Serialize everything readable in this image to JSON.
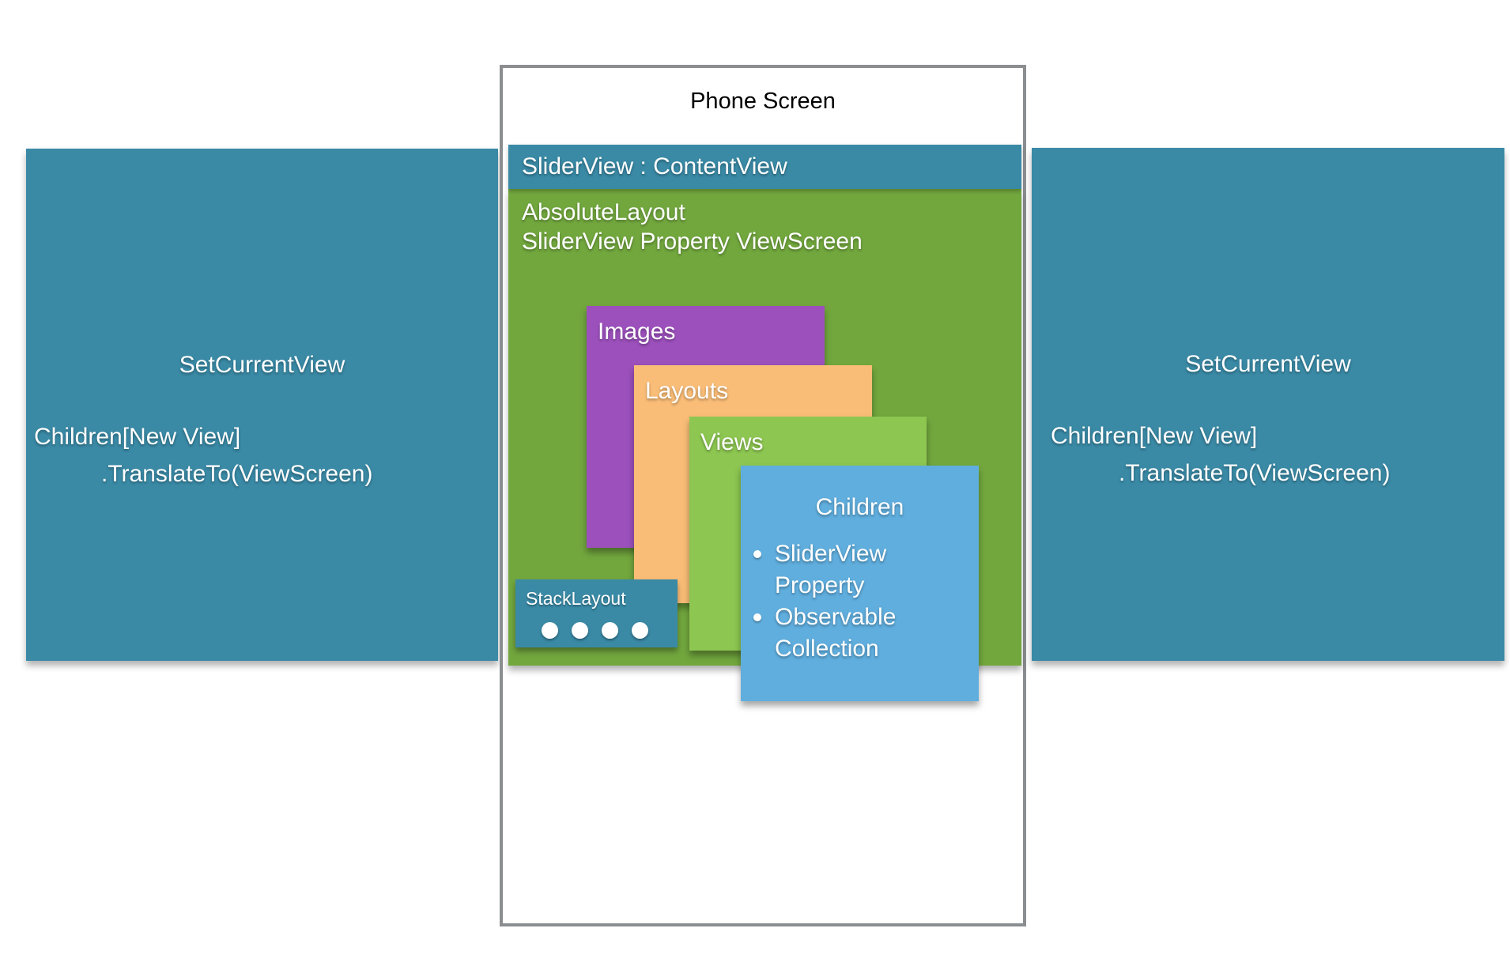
{
  "colors": {
    "teal": "#3A8AA6",
    "dark_green": "#72A73E",
    "light_green": "#8DC651",
    "purple": "#9C50BC",
    "orange": "#F9BD77",
    "blue": "#60AEDE",
    "phone_border": "#8B8E91"
  },
  "phone": {
    "title": "Phone Screen"
  },
  "slider_view_header": {
    "label": "SliderView : ContentView"
  },
  "absolute_layout": {
    "line1": "AbsoluteLayout",
    "line2": "SliderView Property ViewScreen"
  },
  "stack_boxes": {
    "images": "Images",
    "layouts": "Layouts",
    "views": "Views"
  },
  "children_box": {
    "title": "Children",
    "bullets": [
      "SliderView Property",
      "Observable Collection"
    ]
  },
  "stack_layout": {
    "label": "StackLayout",
    "dot_count": 4
  },
  "left_panel": {
    "title": "SetCurrentView",
    "code_line1": "Children[New View]",
    "code_line2": ".TranslateTo(ViewScreen)"
  },
  "right_panel": {
    "title": "SetCurrentView",
    "code_line1": "Children[New View]",
    "code_line2": ".TranslateTo(ViewScreen)"
  }
}
